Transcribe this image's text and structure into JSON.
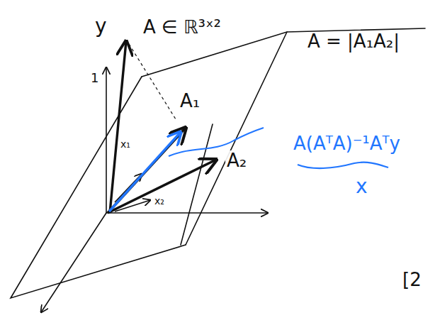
{
  "diagram": {
    "labels": [
      "y",
      "A ∈ ℝ³ˣ²",
      "A = |A₁A₂|",
      "1",
      "A₁",
      "A₂",
      "x₁",
      "x₂",
      "A(AᵀA)⁻¹Aᵀy",
      "x",
      "[2"
    ]
  }
}
